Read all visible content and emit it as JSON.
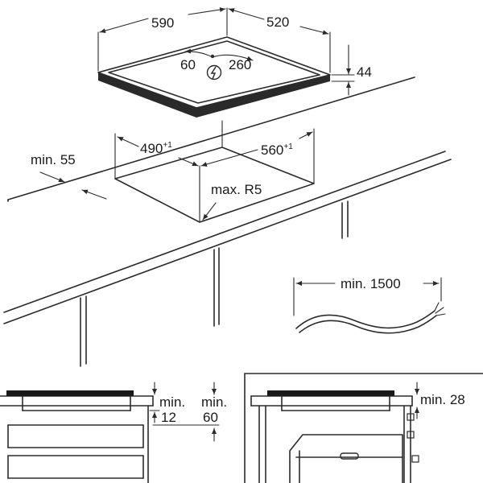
{
  "dimensions": {
    "hob_width": "590",
    "hob_depth": "520",
    "hob_height": "44",
    "connection_left": "60",
    "connection_right": "260",
    "cutout_depth": "490",
    "cutout_width": "560",
    "tolerance": "+1",
    "min_back_distance": "min. 55",
    "max_radius": "max. R5",
    "min_cable": "min. 1500",
    "left_min_label": "min.",
    "left_min_value": "12",
    "mid_min_label": "min.",
    "mid_min_value": "60",
    "right_min": "min. 28"
  },
  "icons": [
    "electric-connection-icon"
  ],
  "colors": {
    "line": "#2b2b2b",
    "background": "#ffffff"
  }
}
